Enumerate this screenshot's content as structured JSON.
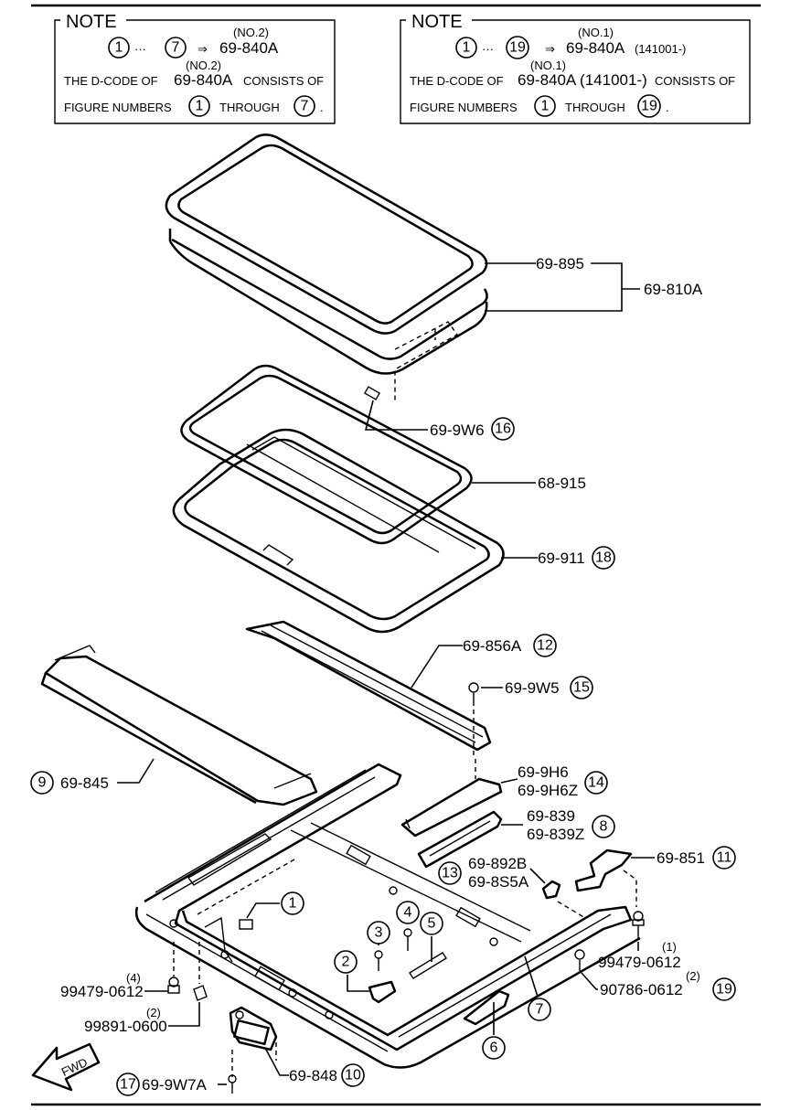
{
  "notes": [
    {
      "heading": "NOTE",
      "range_start": "1",
      "range_end": "7",
      "ellipsis": "···",
      "arrow": "⇒",
      "sup_code": "(NO.2)",
      "code": "69-840A",
      "suffix": "",
      "line2_pre": "THE D-CODE OF",
      "line2_sup": "(NO.2)",
      "line2_code": "69-840A",
      "line2_post": "CONSISTS OF",
      "line3_pre": "FIGURE NUMBERS",
      "line3_start": "1",
      "line3_mid": "THROUGH",
      "line3_end": "7",
      "line3_post": "."
    },
    {
      "heading": "NOTE",
      "range_start": "1",
      "range_end": "19",
      "ellipsis": "···",
      "arrow": "⇒",
      "sup_code": "(NO.1)",
      "code": "69-840A",
      "suffix": "(141001-)",
      "line2_pre": "THE D-CODE OF",
      "line2_sup": "(NO.1)",
      "line2_code": "69-840A (141001-)",
      "line2_post": "CONSISTS OF",
      "line3_pre": "FIGURE NUMBERS",
      "line3_start": "1",
      "line3_mid": "THROUGH",
      "line3_end": "19",
      "line3_post": "."
    }
  ],
  "parts": {
    "p69_895": "69-895",
    "p69_810A": "69-810A",
    "p69_9W6": "69-9W6",
    "p69_9W6_num": "16",
    "p68_915": "68-915",
    "p69_911": "69-911",
    "p69_911_num": "18",
    "p69_856A": "69-856A",
    "p69_856A_num": "12",
    "p69_9W5": "69-9W5",
    "p69_9W5_num": "15",
    "p69_845": "69-845",
    "p69_845_num": "9",
    "p69_9H6": "69-9H6",
    "p69_9H6Z": "69-9H6Z",
    "p69_9H6_num": "14",
    "p69_839": "69-839",
    "p69_839Z": "69-839Z",
    "p69_839_num": "8",
    "p69_851": "69-851",
    "p69_851_num": "11",
    "p69_892B": "69-892B",
    "p69_8S5A": "69-8S5A",
    "p69_892B_num": "13",
    "fig1": "1",
    "fig2": "2",
    "fig3": "3",
    "fig4": "4",
    "fig5": "5",
    "fig6": "6",
    "fig7": "7",
    "p99479_right_qty": "(1)",
    "p99479_right": "99479-0612",
    "p90786_qty": "(2)",
    "p90786": "90786-0612",
    "p90786_num": "19",
    "p99479_left_qty": "(4)",
    "p99479_left": "99479-0612",
    "p99891_qty": "(2)",
    "p99891": "99891-0600",
    "p69_848": "69-848",
    "p69_848_num": "10",
    "p69_9W7A": "69-9W7A",
    "p69_9W7A_num": "17",
    "fwd": "FWD"
  }
}
